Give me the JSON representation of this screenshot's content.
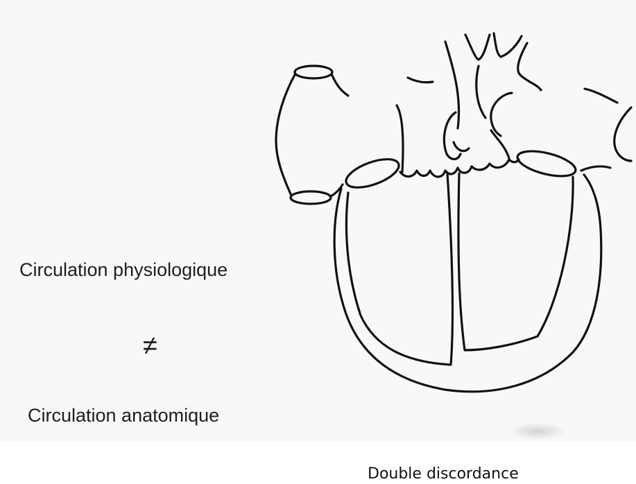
{
  "diagram": {
    "label_physiologic": "Circulation physiologique",
    "not_equal_symbol": "≠",
    "label_anatomic": "Circulation anatomique",
    "caption": "Double discordance"
  }
}
